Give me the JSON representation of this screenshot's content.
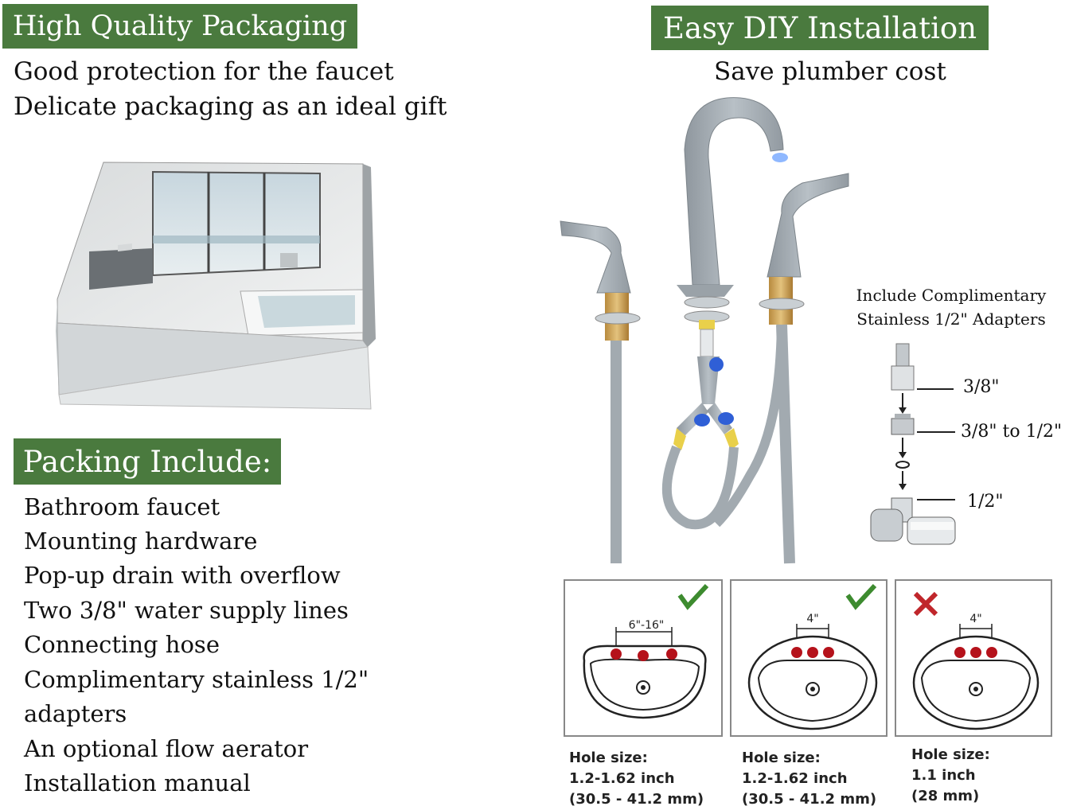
{
  "left": {
    "banner": "High Quality Packaging",
    "intro_lines": [
      "Good protection for the faucet",
      "Delicate packaging as an ideal gift"
    ],
    "pack_banner": "Packing Include:",
    "pack_items": [
      "Bathroom faucet",
      "Mounting hardware",
      "Pop-up drain with overflow",
      "Two 3/8\" water supply lines",
      "Connecting hose",
      "Complimentary stainless 1/2\"",
      "adapters",
      "An optional flow aerator",
      "Installation manual"
    ]
  },
  "right": {
    "banner": "Easy DIY Installation",
    "subtitle": "Save plumber cost",
    "complimentary_title": [
      "Include Complimentary",
      "Stainless 1/2\" Adapters"
    ],
    "adapter_labels": [
      "3/8\"",
      "3/8\" to 1/2\"",
      "1/2\""
    ]
  },
  "sinks": [
    {
      "spread": "6\"-16\"",
      "ok": true,
      "hole_size": [
        "Hole size:",
        "1.2-1.62 inch",
        "(30.5 - 41.2 mm)"
      ]
    },
    {
      "spread": "4\"",
      "ok": true,
      "hole_size": [
        "Hole size:",
        "1.2-1.62 inch",
        "(30.5 - 41.2 mm)"
      ]
    },
    {
      "spread": "4\"",
      "ok": false,
      "hole_size": [
        "Hole size:",
        "1.1 inch",
        "(28 mm)"
      ]
    }
  ],
  "colors": {
    "banner_green": "#4a7a3e",
    "check_green": "#3d8b2f",
    "cross_red": "#c0262b",
    "hole_red": "#b5121b",
    "faucet_gray": "#a9b1b8"
  }
}
